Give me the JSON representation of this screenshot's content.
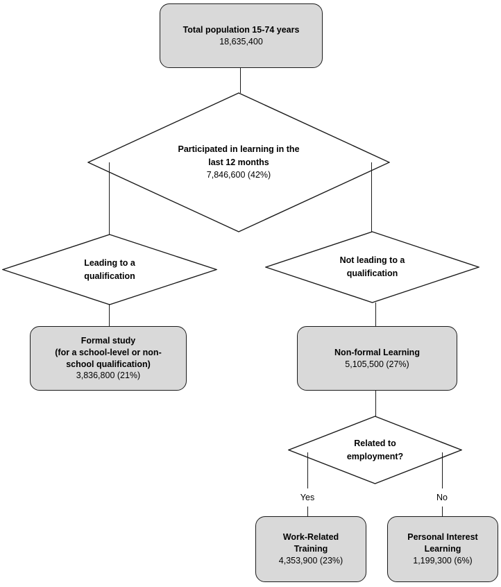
{
  "diagram": {
    "type": "flowchart",
    "nodes": {
      "total_population": {
        "title": "Total population 15-74 years",
        "value": "18,635,400"
      },
      "participated": {
        "title_line1": "Participated in learning in the",
        "title_line2": "last 12 months",
        "value": "7,846,600 (42%)"
      },
      "leading_qualification": {
        "title_line1": "Leading to a",
        "title_line2": "qualification"
      },
      "not_leading_qualification": {
        "title_line1": "Not leading to a",
        "title_line2": "qualification"
      },
      "formal_study": {
        "title_line1": "Formal study",
        "title_line2": "(for a school-level or non-",
        "title_line3": "school qualification)",
        "value": "3,836,800 (21%)"
      },
      "non_formal_learning": {
        "title": "Non-formal Learning",
        "value": "5,105,500 (27%)"
      },
      "related_employment": {
        "title_line1": "Related to",
        "title_line2": "employment?"
      },
      "work_related_training": {
        "title_line1": "Work-Related",
        "title_line2": "Training",
        "value": "4,353,900 (23%)"
      },
      "personal_interest_learning": {
        "title_line1": "Personal Interest",
        "title_line2": "Learning",
        "value": "1,199,300 (6%)"
      }
    },
    "edge_labels": {
      "yes": "Yes",
      "no": "No"
    },
    "colors": {
      "box_fill": "#d9d9d9",
      "stroke": "#1a1a1a",
      "background": "#ffffff",
      "text": "#000000"
    }
  }
}
